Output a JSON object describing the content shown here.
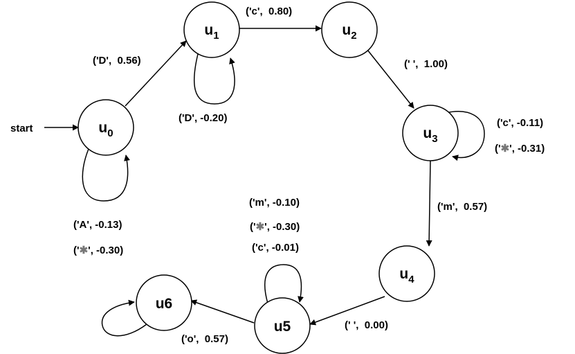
{
  "start_label": "start",
  "nodes": {
    "u0": {
      "name": "u",
      "sub": "0"
    },
    "u1": {
      "name": "u",
      "sub": "1"
    },
    "u2": {
      "name": "u",
      "sub": "2"
    },
    "u3": {
      "name": "u",
      "sub": "3"
    },
    "u4": {
      "name": "u",
      "sub": "4"
    },
    "u5": {
      "name": "u5"
    },
    "u6": {
      "name": "u6"
    }
  },
  "edges": {
    "u0_u1": "('D',  0.56)",
    "u1_u2": "('c',  0.80)",
    "u2_u3": "(' ',  1.00)",
    "u3_u4": "('m',  0.57)",
    "u4_u5": "(' ',  0.00)",
    "u5_u6": "('o',  0.57)"
  },
  "self_loops": {
    "u0": {
      "a": "('A', -0.13)",
      "b_pre": "('",
      "b_star": "✱",
      "b_post": "', -0.30)"
    },
    "u1": {
      "a": "('D', -0.20)"
    },
    "u3": {
      "a": "('c', -0.11)",
      "b_pre": "('",
      "b_star": "✱",
      "b_post": "', -0.31)"
    },
    "u5": {
      "a": "('m', -0.10)",
      "b_pre": "('",
      "b_star": "✱",
      "b_post": "', -0.30)",
      "c": "('c', -0.01)"
    }
  },
  "colors": {
    "line": "#000000",
    "asterisk": "#777777",
    "background": "#ffffff"
  }
}
